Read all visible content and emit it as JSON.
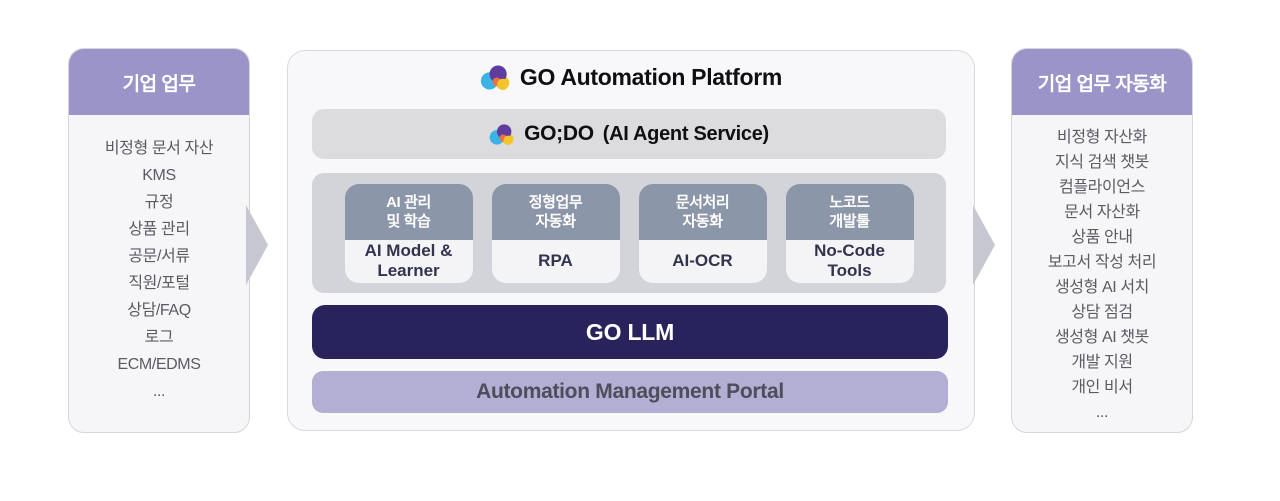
{
  "diagram": {
    "left_panel": {
      "title": "기업 업무",
      "items": [
        "비정형 문서 자산",
        "KMS",
        "규정",
        "상품 관리",
        "공문/서류",
        "직원/포털",
        "상담/FAQ",
        "로그",
        "ECM/EDMS",
        "..."
      ]
    },
    "platform": {
      "title": "GO Automation Platform",
      "agent_service": "GO;DO",
      "agent_service_suffix": "(AI Agent Service)",
      "modules": [
        {
          "header": "AI 관리\n및 학습",
          "label": "AI Model &\nLearner"
        },
        {
          "header": "정형업무\n자동화",
          "label": "RPA"
        },
        {
          "header": "문서처리\n자동화",
          "label": "AI-OCR"
        },
        {
          "header": "노코드\n개발툴",
          "label": "No-Code\nTools"
        }
      ],
      "llm_label": "GO LLM",
      "portal_label": "Automation Management Portal"
    },
    "right_panel": {
      "title": "기업 업무 자동화",
      "items": [
        "비정형 자산화",
        "지식 검색 챗봇",
        "컴플라이언스",
        "문서 자산화",
        "상품 안내",
        "보고서 작성 처리",
        "생성형 AI 서치",
        "상담 점검",
        "생성형 AI 챗봇",
        "개발 지원",
        "개인 비서",
        "..."
      ]
    },
    "icons": {
      "logo": "go-cloud-logo",
      "flow": "right-pointing-arrow"
    },
    "colors": {
      "panel_header_purple": "#9a94c8",
      "module_header_slate": "#8c96a9",
      "llm_navy": "#29235c",
      "portal_lavender": "#b3aed3",
      "arrow_gray": "#c7c7d1",
      "logo_cyan": "#3ab4e6",
      "logo_purple": "#5f3d9e",
      "logo_yellow": "#f3c52a",
      "logo_orange": "#ee7045"
    }
  }
}
